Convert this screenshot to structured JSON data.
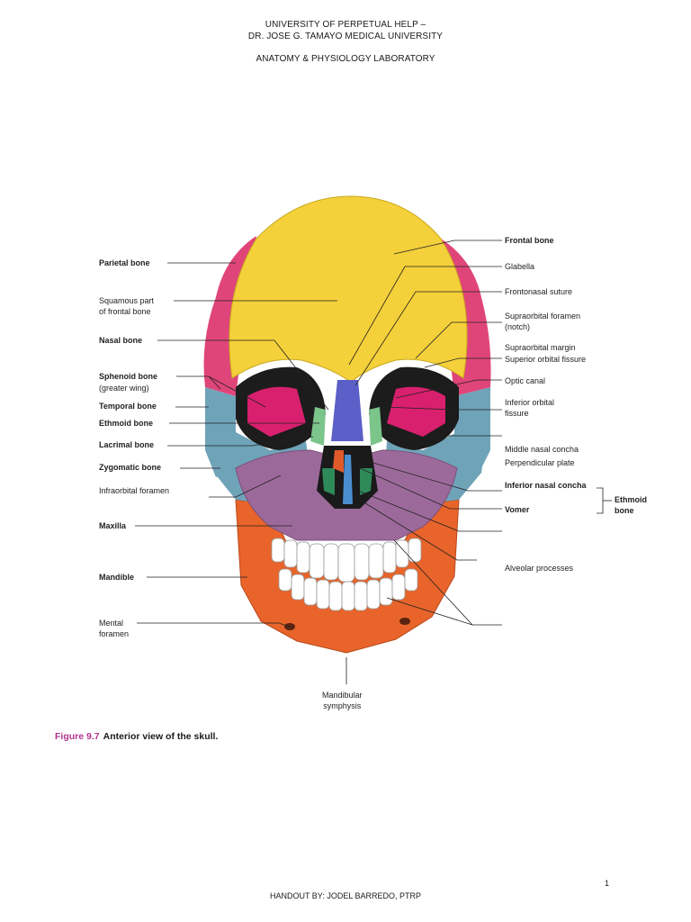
{
  "header": {
    "line1": "UNIVERSITY OF PERPETUAL HELP –",
    "line2": "DR. JOSE G. TAMAYO MEDICAL UNIVERSITY",
    "line3": "ANATOMY & PHYSIOLOGY LABORATORY"
  },
  "labels_left": {
    "parietal": "Parietal bone",
    "squamous": "Squamous part\nof frontal bone",
    "nasal": "Nasal bone",
    "sphenoid": "Sphenoid bone",
    "sphenoid_sub": "(greater wing)",
    "temporal": "Temporal bone",
    "ethmoid": "Ethmoid bone",
    "lacrimal": "Lacrimal bone",
    "zygomatic": "Zygomatic bone",
    "infraorbital": "Infraorbital foramen",
    "maxilla": "Maxilla",
    "mandible": "Mandible",
    "mental": "Mental\nforamen"
  },
  "labels_right": {
    "frontal": "Frontal bone",
    "glabella": "Glabella",
    "frontonasal": "Frontonasal suture",
    "supraorbital_foramen": "Supraorbital foramen\n(notch)",
    "supraorbital_margin": "Supraorbital margin",
    "superior_orbital_fissure": "Superior orbital fissure",
    "optic_canal": "Optic canal",
    "inferior_orbital_fissure": "Inferior orbital\nfissure",
    "middle_nasal_concha": "Middle nasal concha",
    "perpendicular_plate": "Perpendicular plate",
    "inferior_nasal_concha": "Inferior nasal concha",
    "ethmoid_bracket": "Ethmoid\nbone",
    "vomer": "Vomer",
    "alveolar": "Alveolar processes"
  },
  "label_bottom": {
    "symphysis": "Mandibular\nsymphysis"
  },
  "caption": {
    "number": "Figure 9.7",
    "text": "Anterior view of the skull."
  },
  "footer": "HANDOUT BY: JODEL BARREDO, PTRP",
  "page_number": "1",
  "colors": {
    "frontal": "#f4d03a",
    "parietal": "#e0457a",
    "temporal": "#6fa3b8",
    "sphenoid": "#d8206e",
    "maxilla": "#9c6a9a",
    "mandible": "#e8642a",
    "nasal": "#5b5fc7",
    "ethmoid": "#7bc48a",
    "teeth": "#ffffff",
    "caption_number": "#b0338f"
  }
}
